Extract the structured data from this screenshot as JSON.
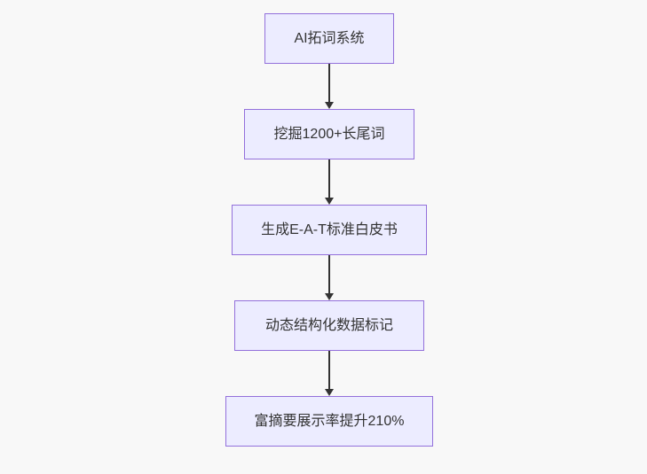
{
  "flowchart": {
    "type": "flowchart",
    "direction": "top-down",
    "colors": {
      "background": "#f8f8f8",
      "node_fill": "#ECECFF",
      "node_border": "#9370DB",
      "text": "#333333",
      "arrow": "#333333"
    },
    "nodes": [
      {
        "id": "A",
        "label": "AI拓词系统"
      },
      {
        "id": "B",
        "label": "挖掘1200+长尾词"
      },
      {
        "id": "C",
        "label": "生成E-A-T标准白皮书"
      },
      {
        "id": "D",
        "label": "动态结构化数据标记"
      },
      {
        "id": "E",
        "label": "富摘要展示率提升210%"
      }
    ],
    "edges": [
      {
        "from": "A",
        "to": "B"
      },
      {
        "from": "B",
        "to": "C"
      },
      {
        "from": "C",
        "to": "D"
      },
      {
        "from": "D",
        "to": "E"
      }
    ]
  }
}
